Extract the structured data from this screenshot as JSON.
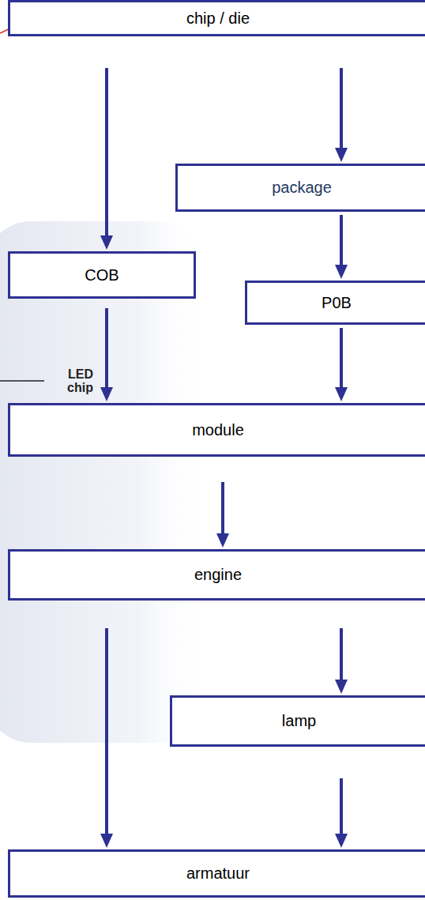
{
  "diagram": {
    "nodes": [
      {
        "text": [
          "chip / die"
        ]
      },
      {
        "text": [
          "package"
        ]
      },
      {
        "text": [
          "COB"
        ]
      },
      {
        "text": [
          "P0B"
        ]
      },
      {
        "text": [
          "module"
        ]
      },
      {
        "text": [
          "engine"
        ]
      },
      {
        "text": [
          "lamp"
        ]
      },
      {
        "text": [
          "armatuur"
        ]
      }
    ],
    "edges": [
      {
        "from": 0,
        "to": 2,
        "arrow": "to"
      },
      {
        "from": 0,
        "to": 1,
        "arrow": "to"
      },
      {
        "from": 1,
        "to": 3,
        "arrow": "to"
      },
      {
        "from": 2,
        "to": 4,
        "arrow": "to"
      },
      {
        "from": 3,
        "to": 4,
        "arrow": "to"
      },
      {
        "from": 4,
        "to": 5,
        "arrow": "to"
      },
      {
        "from": 5,
        "to": 7,
        "arrow": "to"
      },
      {
        "from": 5,
        "to": 6,
        "arrow": "to"
      },
      {
        "from": 6,
        "to": 7,
        "arrow": "to"
      }
    ],
    "labels": [
      "LED chip"
    ]
  }
}
